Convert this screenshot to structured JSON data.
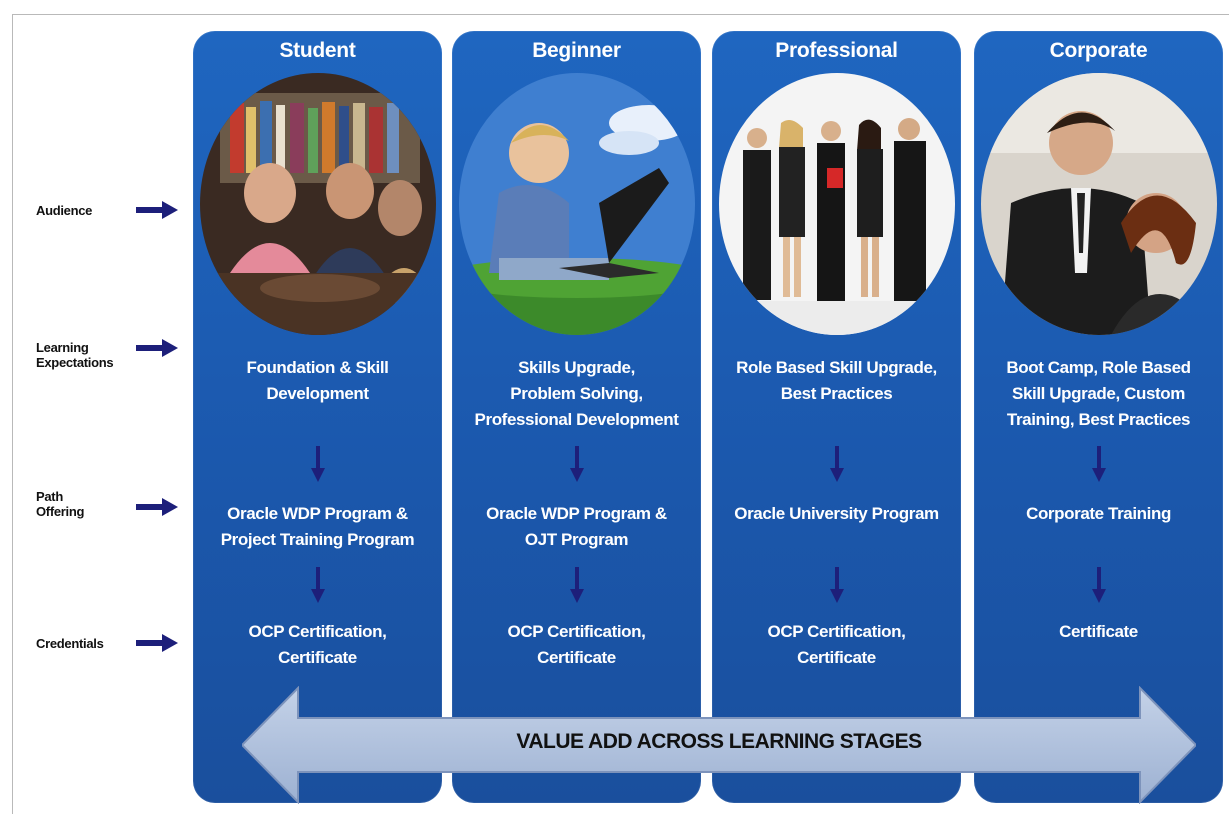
{
  "row_labels": {
    "audience": "Audience",
    "learning": "Learning\nExpectations",
    "path": "Path\nOffering",
    "credentials": "Credentials"
  },
  "columns": [
    {
      "title": "Student",
      "expectations": "Foundation & Skill\nDevelopment",
      "offering": "Oracle WDP Program &\nProject Training Program",
      "credentials": "OCP Certification,\nCertificate"
    },
    {
      "title": "Beginner",
      "expectations": "Skills Upgrade,\nProblem Solving,\nProfessional Development",
      "offering": "Oracle WDP Program &\nOJT Program",
      "credentials": "OCP Certification,\nCertificate"
    },
    {
      "title": "Professional",
      "expectations": "Role Based Skill Upgrade,\nBest Practices",
      "offering": "Oracle University Program",
      "credentials": "OCP Certification,\nCertificate"
    },
    {
      "title": "Corporate",
      "expectations": "Boot Camp, Role Based\nSkill Upgrade, Custom\nTraining,  Best Practices",
      "offering": "Corporate Training",
      "credentials": "Certificate"
    }
  ],
  "value_arrow": {
    "label": "VALUE ADD ACROSS LEARNING STAGES"
  },
  "colors": {
    "column_blue": "#1b58ad",
    "arrow_navy": "#1d1f7a",
    "value_arrow_fill": "#a9bbd8"
  },
  "icons": [
    "right-arrow-icon",
    "down-arrow-icon",
    "double-headed-arrow-icon"
  ]
}
